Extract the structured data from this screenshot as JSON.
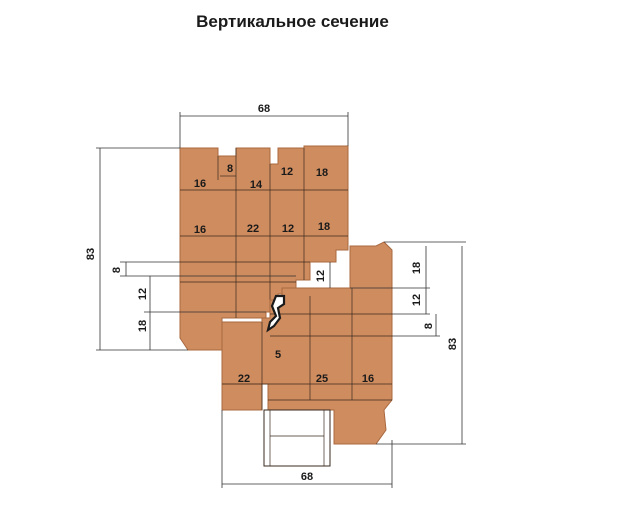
{
  "title": "Вертикальное сечение",
  "colors": {
    "wood": "#cf8c5f",
    "wood_edge": "#a8683f",
    "line": "#3a2a1e",
    "text": "#1a1a1a",
    "seal": "#1a1a1a",
    "glass": "#ffffff"
  },
  "dimensions": {
    "top_width": "68",
    "bottom_width": "68",
    "left_height": "83",
    "right_height": "83",
    "left_8": "8",
    "left_12": "12",
    "left_18": "18",
    "right_18": "18",
    "right_12": "12",
    "right_8": "8",
    "center_12": "12"
  },
  "upper_profile": {
    "row1": [
      "16",
      "8",
      "14",
      "12",
      "18"
    ],
    "row2": [
      "16",
      "22",
      "12",
      "18"
    ]
  },
  "lower_profile": {
    "values": [
      "22",
      "5",
      "25",
      "16"
    ]
  }
}
